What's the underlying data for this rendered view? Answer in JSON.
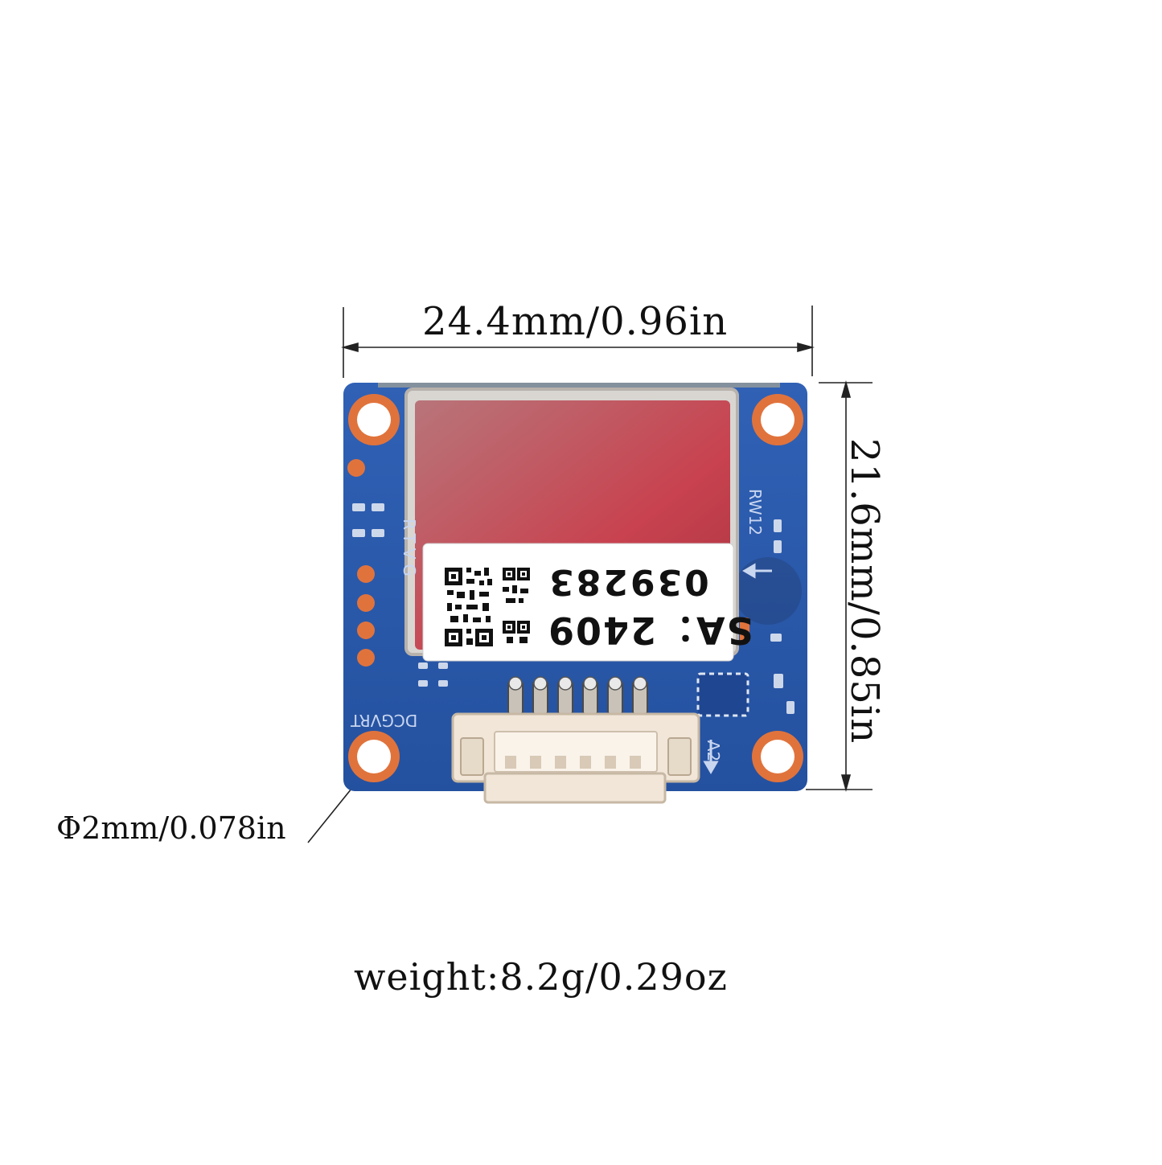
{
  "dimensions": {
    "width": "24.4mm/0.96in",
    "height": "21.6mm/0.85in",
    "hole": "Φ2mm/0.078in",
    "weight": "weight:8.2g/0.29oz"
  },
  "board": {
    "silkscreen": {
      "rtvg": "RTVG",
      "dcgvrt": "DCGVRT",
      "rw12": "RW12",
      "a2": "A2"
    },
    "sticker": {
      "lot": "039283",
      "serial": "SA：2409"
    },
    "colors": {
      "pcb": "#2a56a8",
      "pads": "#e0733c",
      "shield": "#c54a55",
      "connector": "#f1e6d8"
    }
  }
}
